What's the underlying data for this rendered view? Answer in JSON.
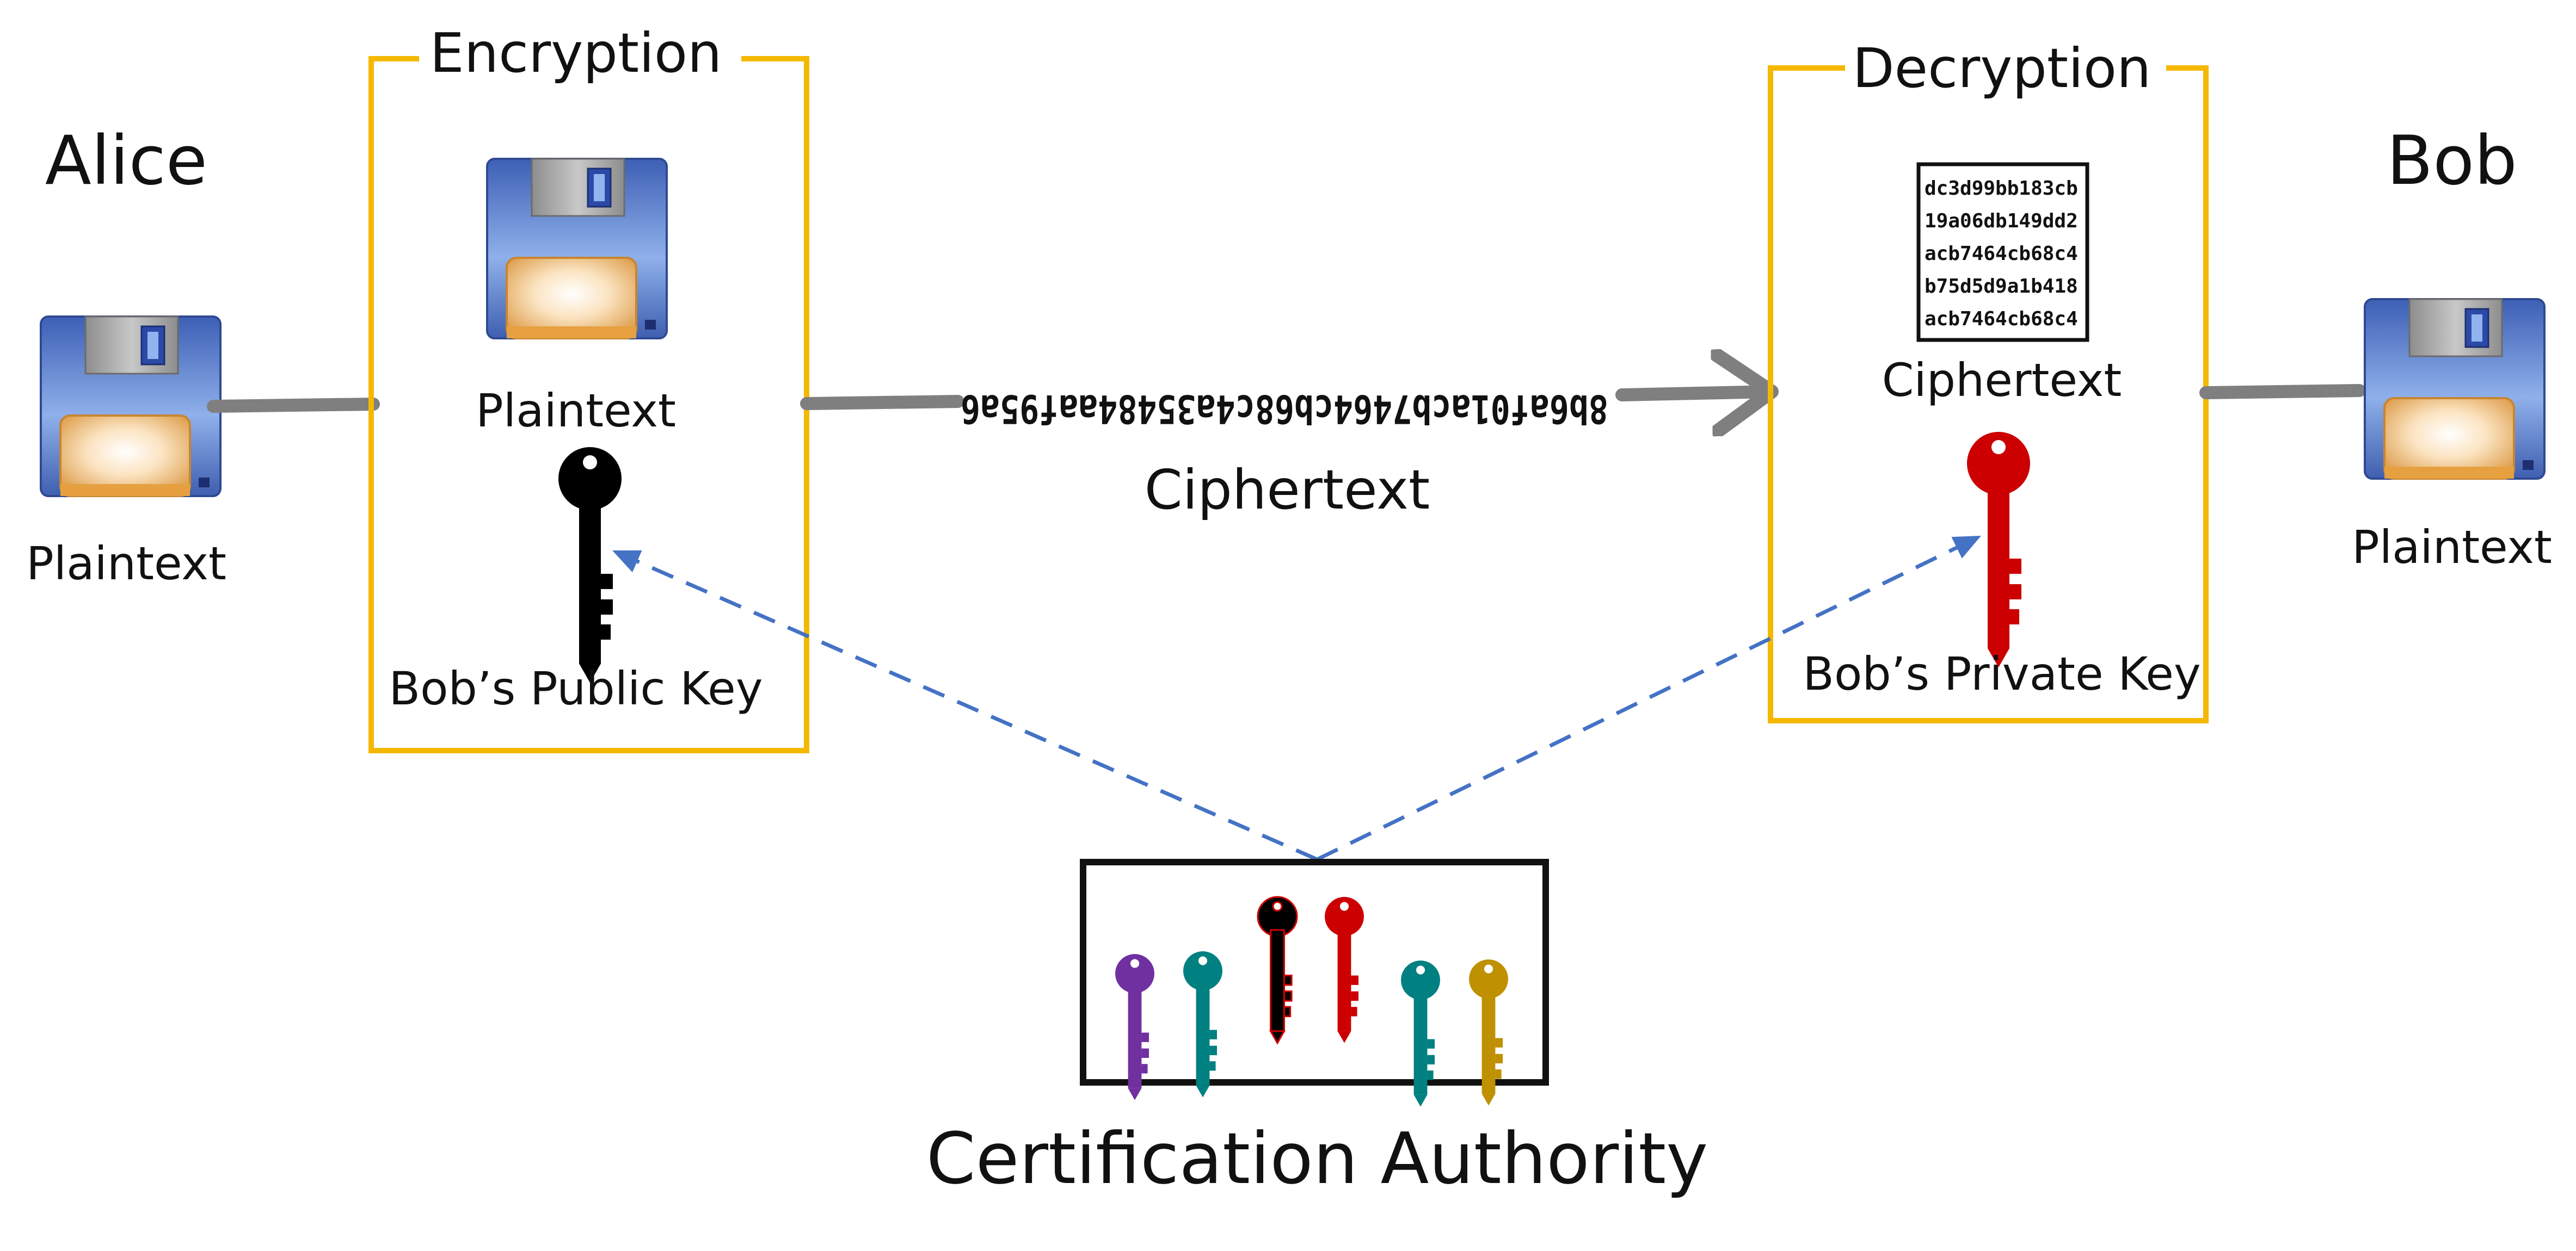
{
  "alice": {
    "name": "Alice",
    "file_label": "Plaintext"
  },
  "bob": {
    "name": "Bob",
    "file_label": "Plaintext"
  },
  "encryption": {
    "title": "Encryption",
    "file_label": "Plaintext",
    "key_label": "Bob’s Public Key",
    "key_color": "#000000"
  },
  "decryption": {
    "title": "Decryption",
    "doc_label": "Ciphertext",
    "doc_lines": [
      "dc3d99bb183cb",
      "19a06db149dd2",
      "acb7464cb68c4",
      "b75d5d9a1b418",
      "acb7464cb68c4"
    ],
    "key_label": "Bob’s Private Key",
    "key_color": "#cc0000"
  },
  "transmission": {
    "cipher_string": "8b6af01acb7464cb68c4a35484aaf95a6",
    "label": "Ciphertext"
  },
  "certification_authority": {
    "label": "Certification Authority",
    "key_colors": [
      "#7030a0",
      "#008080",
      "#000000",
      "#cc0000",
      "#008080",
      "#bf9000"
    ]
  },
  "colors": {
    "frame": "#f5b800",
    "connector": "#7f7f7f",
    "dashed": "#4472c4",
    "floppy_body": "#4466b8",
    "floppy_label": "#e0a040"
  }
}
